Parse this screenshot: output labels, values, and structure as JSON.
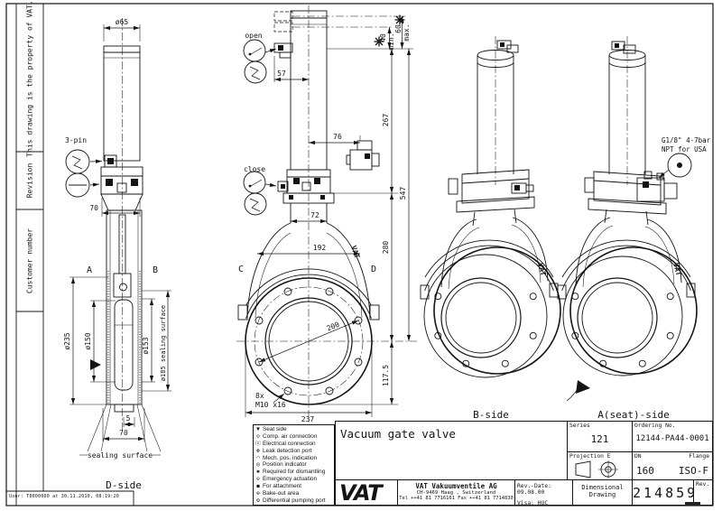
{
  "frame": {
    "property_note": "This drawing is the property of VAT.",
    "revision_label": "Revision",
    "customer_number_label": "Customer number",
    "print_stamp": "User: T0000000 at 30.11.2010, 08:19:20"
  },
  "view_d_side": {
    "label": "D-side",
    "dia65": "ø65",
    "three_pin": "3-pin",
    "dim70_top": "70",
    "marker_a": "A",
    "marker_b": "B",
    "dia235": "ø235",
    "dia150": "ø150",
    "dia153": "ø153",
    "dia185": "ø185 sealing surface",
    "dim5": "5",
    "dim70_bottom": "70",
    "sealing_surface": "sealing surface"
  },
  "view_front": {
    "marker_c": "C",
    "marker_d": "D",
    "open_label": "open",
    "close_label": "close",
    "dim57": "57",
    "dim40": "40",
    "min_label": "min.",
    "dim60": "60",
    "max_label": "max.",
    "dim267": "267",
    "dim76": "76",
    "dim547": "547",
    "dim280": "280",
    "dim72": "72",
    "dim192": "192",
    "dim200": "200",
    "dim117_5": "117.5",
    "dim237": "237",
    "bolt_note_line1": "8x",
    "bolt_note_line2": "M10 x16",
    "vat_emboss": "VAT"
  },
  "view_b_side": {
    "label": "B-side",
    "vat_emboss": "VAT"
  },
  "view_a_side": {
    "label": "A(seat)-side",
    "air_note_line1": "G1/8\" 4-7bar",
    "air_note_line2": "NPT for USA",
    "vat_emboss": "VAT"
  },
  "legend": {
    "items": [
      {
        "symbol": "▼",
        "label": "Seat side"
      },
      {
        "symbol": "⊙",
        "label": "Comp. air connection"
      },
      {
        "symbol": "ⓩ",
        "label": "Electrical connection"
      },
      {
        "symbol": "⊛",
        "label": "Leak detection port"
      },
      {
        "symbol": "◠",
        "label": "Mech. pos. indication"
      },
      {
        "symbol": "◎",
        "label": "Position indicator"
      },
      {
        "symbol": "✱",
        "label": "Required for dismantling"
      },
      {
        "symbol": "⊖",
        "label": "Emergency actuation"
      },
      {
        "symbol": "◼",
        "label": "For attachment"
      },
      {
        "symbol": "⊕",
        "label": "Bake-out area"
      },
      {
        "symbol": "⚙",
        "label": "Differential pumping port"
      }
    ]
  },
  "title_block": {
    "title": "Vacuum gate valve",
    "series_label": "Series",
    "series_value": "121",
    "ordering_label": "Ordering No.",
    "ordering_value": "12144-PA44-0001",
    "projection_label": "Projection E",
    "dn_label": "DN",
    "dn_value": "160",
    "flange_label": "Flange",
    "flange_value": "ISO-F",
    "logo_text": "VAT",
    "company_name": "VAT Vakuumventile AG",
    "company_address": "CH-9469 Haag , Switzerland",
    "company_phone": "Tel ++41 81 7716161 Fax ++41 81 7714830",
    "rev_date": "Rev.-Date: 09.08.00",
    "visa": "Visa: HUC",
    "doc_type_line1": "Dimensional",
    "doc_type_line2": "Drawing",
    "drawing_number": "214859",
    "rev_label": "Rev."
  }
}
